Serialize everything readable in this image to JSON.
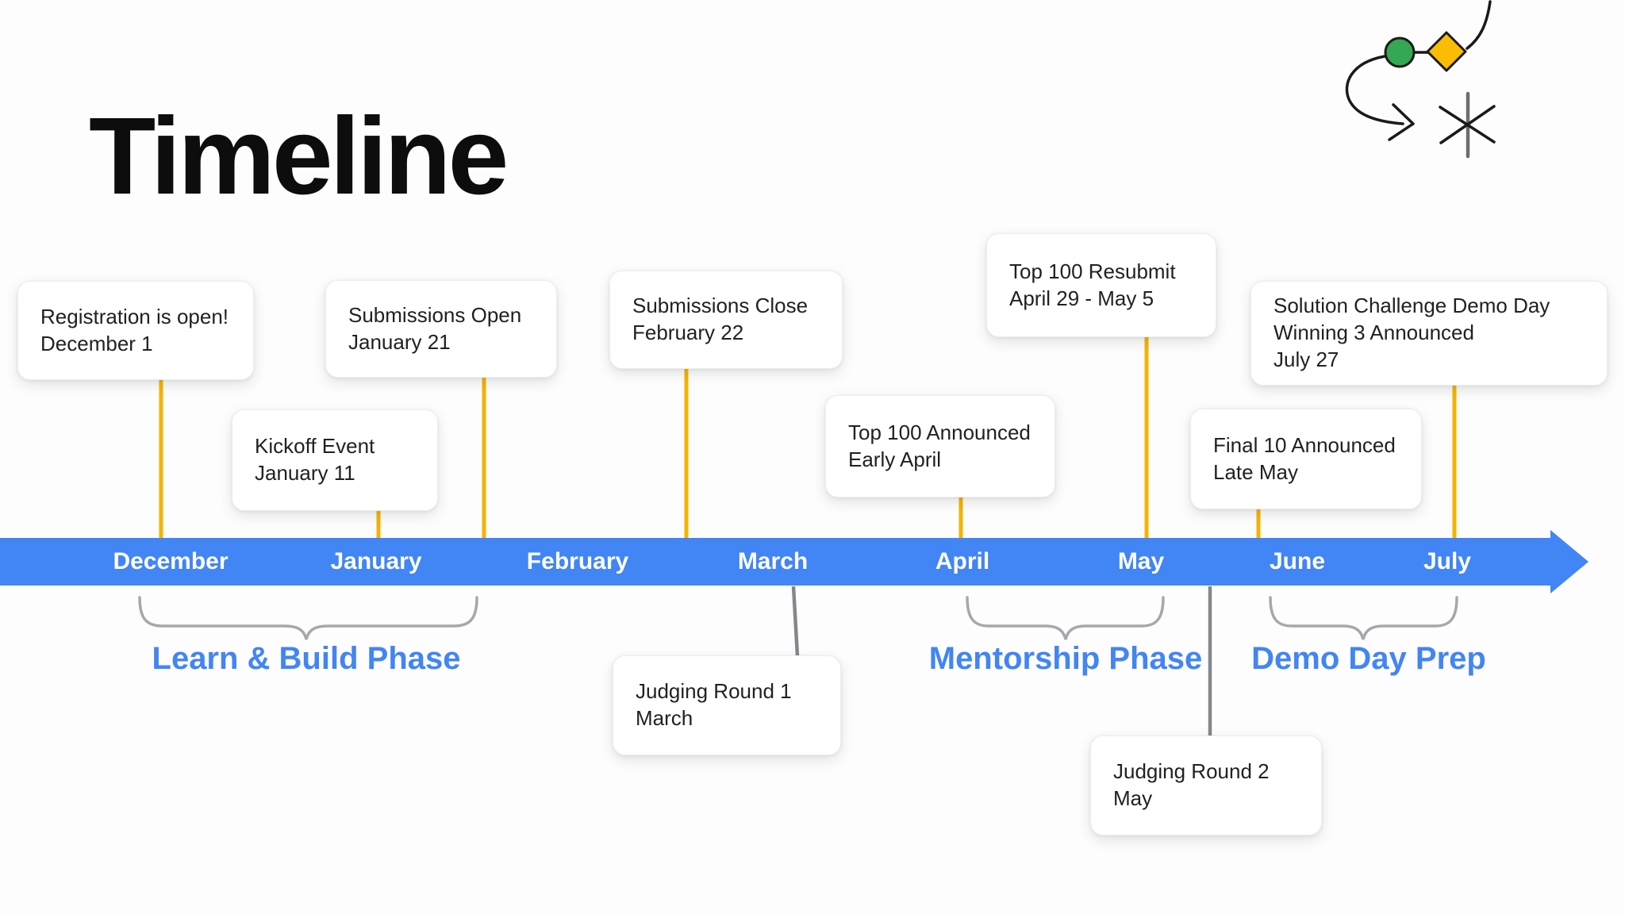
{
  "title": "Timeline",
  "timeline": {
    "months": [
      "December",
      "January",
      "February",
      "March",
      "April",
      "May",
      "June",
      "July"
    ]
  },
  "events": {
    "registration": {
      "title": "Registration is open!",
      "date": "December 1"
    },
    "kickoff": {
      "title": "Kickoff Event",
      "date": "January 11"
    },
    "submissions_open": {
      "title": "Submissions Open",
      "date": "January 21"
    },
    "submissions_close": {
      "title": "Submissions Close",
      "date": "February 22"
    },
    "top100_announced": {
      "title": "Top 100 Announced",
      "date": "Early April"
    },
    "top100_resubmit": {
      "title": "Top 100 Resubmit",
      "date": "April 29 - May 5"
    },
    "final10_announced": {
      "title": "Final 10 Announced",
      "date": "Late May"
    },
    "demo_day": {
      "title": "Solution Challenge Demo Day",
      "line2": "Winning 3 Announced",
      "date": "July 27"
    },
    "judging_round1": {
      "title": "Judging Round 1",
      "date": "March"
    },
    "judging_round2": {
      "title": "Judging Round 2",
      "date": "May"
    }
  },
  "phases": [
    {
      "label": "Learn & Build Phase"
    },
    {
      "label": "Mentorship Phase"
    },
    {
      "label": "Demo Day Prep"
    }
  ],
  "colors": {
    "bar_blue": "#4285f4",
    "phase_blue": "#4285f4",
    "connector_yellow": "#f4b400",
    "connector_gray": "#84888c",
    "brace_gray": "#a5a8ac",
    "deco_green": "#34a853",
    "deco_yellow": "#fbbc04"
  },
  "icons": {
    "decoration": "arrow-path-with-circle-diamond-and-asterisk"
  }
}
